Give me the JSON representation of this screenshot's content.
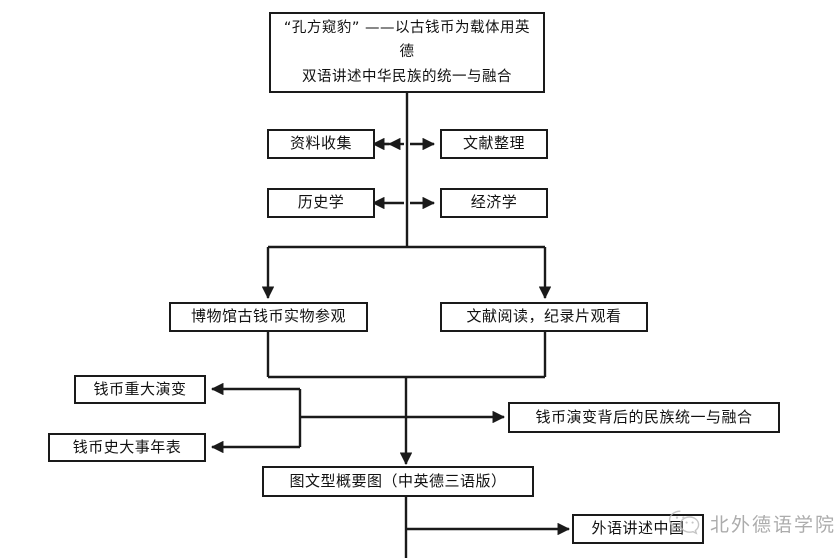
{
  "diagram": {
    "type": "flowchart",
    "background_color": "#ffffff",
    "line_color": "#1a1a1a",
    "text_color": "#111111",
    "nodes": {
      "title": "“孔方窥豹” ——以古钱币为载体用英德\n双语讲述中华民族的统一与融合",
      "data_collection": "资料收集",
      "literature_sorting": "文献整理",
      "history": "历史学",
      "economics": "经济学",
      "museum_visit": "博物馆古钱币实物参观",
      "reading_documentary": "文献阅读，纪录片观看",
      "coin_evolution": "钱币重大演变",
      "coin_chronicle": "钱币史大事年表",
      "ethnic_unity": "钱币演变背后的民族统一与融合",
      "summary_chart": "图文型概要图（中英德三语版）",
      "foreign_language_china": "外语讲述中国"
    }
  },
  "watermark": {
    "label": "北外德语学院",
    "icon": "wechat-logo",
    "color": "#9a9a9a"
  }
}
